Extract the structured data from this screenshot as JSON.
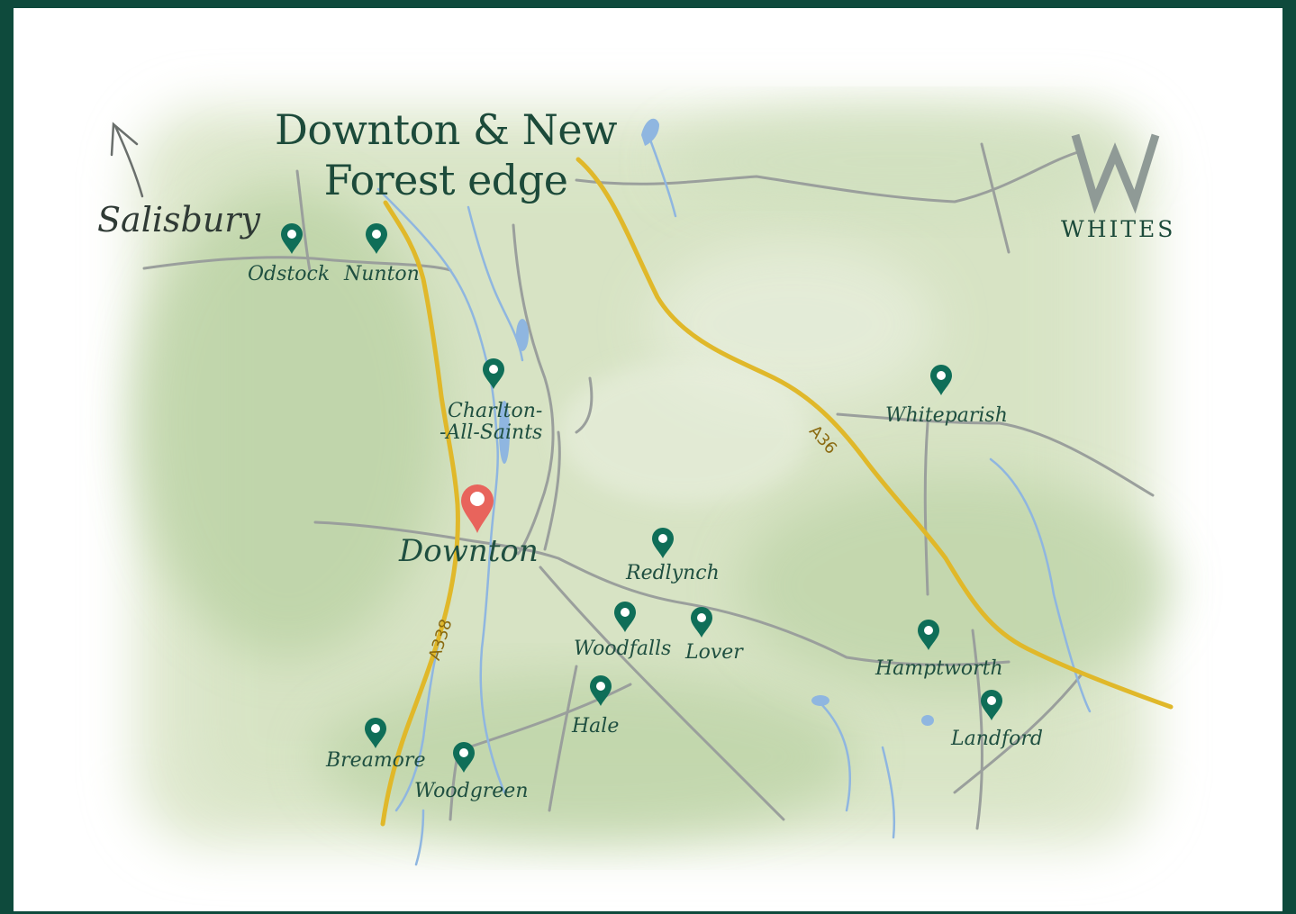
{
  "title_lines": [
    "Downton & New",
    "Forest edge"
  ],
  "logo": {
    "letter": "W",
    "name": "WHITES"
  },
  "direction": {
    "label": "Salisbury",
    "icon": "north-west-arrow-icon"
  },
  "highlight": {
    "label": "Downton",
    "icon": "map-pin-icon",
    "color": "#e8645c"
  },
  "places": [
    "Odstock",
    "Nunton",
    "Charlton-",
    "-All-Saints",
    "Whiteparish",
    "Redlynch",
    "Woodfalls",
    "Lover",
    "Hamptworth",
    "Hale",
    "Landford",
    "Breamore",
    "Woodgreen"
  ],
  "roads": [
    "A338",
    "A36"
  ],
  "colors": {
    "frame": "#0e4a3c",
    "pin": "#0f6e58",
    "main_pin": "#e8645c",
    "major_road": "#e0b82a",
    "water": "#8fb6e0",
    "minor_road": "#9a9f9c",
    "woodland": "#bcd3a6"
  }
}
